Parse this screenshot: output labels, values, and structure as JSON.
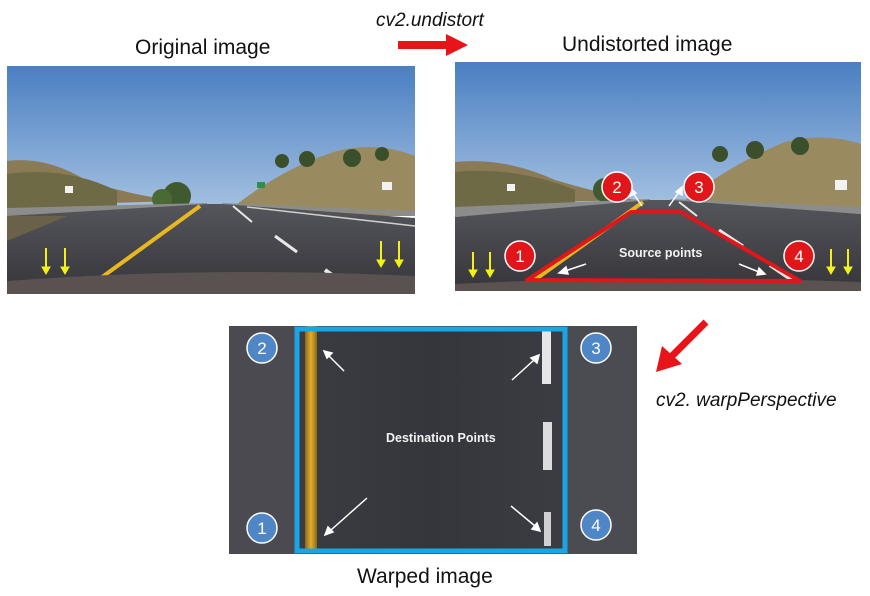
{
  "titles": {
    "original": "Original image",
    "undistorted": "Undistorted image",
    "warped": "Warped image"
  },
  "operations": {
    "undistort": "cv2.undistort",
    "warp": "cv2. warpPerspective"
  },
  "labels": {
    "source_points": "Source points",
    "destination_points": "Destination Points"
  },
  "source_markers": [
    "1",
    "2",
    "3",
    "4"
  ],
  "destination_markers": [
    "1",
    "2",
    "3",
    "4"
  ],
  "colors": {
    "source_marker": "#e0161b",
    "destination_marker": "#4f86c6",
    "destination_border": "#1aa6e4",
    "arrow_red": "#e8141a",
    "lane_yellow": "#e8b820",
    "guide_arrow_yellow": "#f2f216",
    "sky": "#5f8fcb",
    "road": "#3b3b40"
  },
  "icons": [
    "arrow-right-icon",
    "arrow-down-left-icon",
    "yellow-down-arrow-icon",
    "white-pointer-arrow-icon"
  ]
}
